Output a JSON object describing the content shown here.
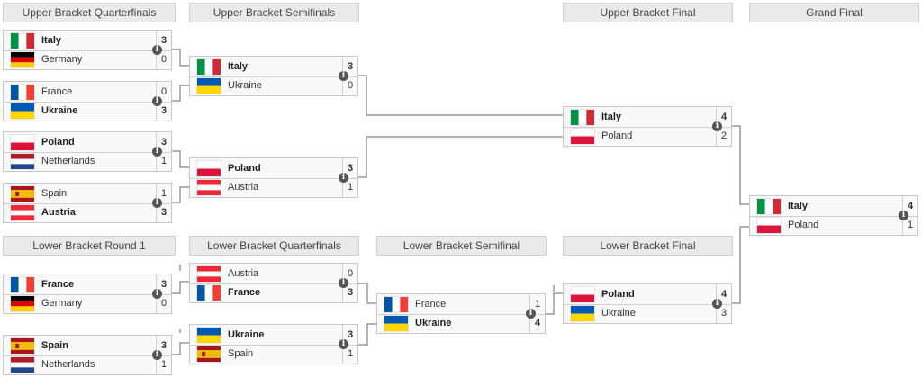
{
  "headers": {
    "ubqf": "Upper Bracket Quarterfinals",
    "ubsf": "Upper Bracket Semifinals",
    "ubf": "Upper Bracket Final",
    "gf": "Grand Final",
    "lbr1": "Lower Bracket Round 1",
    "lbqf": "Lower Bracket Quarterfinals",
    "lbsf": "Lower Bracket Semifinal",
    "lbf": "Lower Bracket Final"
  },
  "matches": [
    {
      "a": {
        "name": "Italy",
        "flag": "italy",
        "score": "3",
        "win": true
      },
      "b": {
        "name": "Germany",
        "flag": "germany",
        "score": "0",
        "win": false
      }
    },
    {
      "a": {
        "name": "France",
        "flag": "france",
        "score": "0",
        "win": false
      },
      "b": {
        "name": "Ukraine",
        "flag": "ukraine",
        "score": "3",
        "win": true
      }
    },
    {
      "a": {
        "name": "Poland",
        "flag": "poland",
        "score": "3",
        "win": true
      },
      "b": {
        "name": "Netherlands",
        "flag": "netherlands",
        "score": "1",
        "win": false
      }
    },
    {
      "a": {
        "name": "Spain",
        "flag": "spain",
        "score": "1",
        "win": false
      },
      "b": {
        "name": "Austria",
        "flag": "austria",
        "score": "3",
        "win": true
      }
    },
    {
      "a": {
        "name": "Italy",
        "flag": "italy",
        "score": "3",
        "win": true
      },
      "b": {
        "name": "Ukraine",
        "flag": "ukraine",
        "score": "0",
        "win": false
      }
    },
    {
      "a": {
        "name": "Poland",
        "flag": "poland",
        "score": "3",
        "win": true
      },
      "b": {
        "name": "Austria",
        "flag": "austria",
        "score": "1",
        "win": false
      }
    },
    {
      "a": {
        "name": "Italy",
        "flag": "italy",
        "score": "4",
        "win": true
      },
      "b": {
        "name": "Poland",
        "flag": "poland",
        "score": "2",
        "win": false
      }
    },
    {
      "a": {
        "name": "Italy",
        "flag": "italy",
        "score": "4",
        "win": true
      },
      "b": {
        "name": "Poland",
        "flag": "poland",
        "score": "1",
        "win": false
      }
    },
    {
      "a": {
        "name": "France",
        "flag": "france",
        "score": "3",
        "win": true
      },
      "b": {
        "name": "Germany",
        "flag": "germany",
        "score": "0",
        "win": false
      }
    },
    {
      "a": {
        "name": "Spain",
        "flag": "spain",
        "score": "3",
        "win": true
      },
      "b": {
        "name": "Netherlands",
        "flag": "netherlands",
        "score": "1",
        "win": false
      }
    },
    {
      "a": {
        "name": "Austria",
        "flag": "austria",
        "score": "0",
        "win": false
      },
      "b": {
        "name": "France",
        "flag": "france",
        "score": "3",
        "win": true
      }
    },
    {
      "a": {
        "name": "Ukraine",
        "flag": "ukraine",
        "score": "3",
        "win": true
      },
      "b": {
        "name": "Spain",
        "flag": "spain",
        "score": "1",
        "win": false
      }
    },
    {
      "a": {
        "name": "France",
        "flag": "france",
        "score": "1",
        "win": false
      },
      "b": {
        "name": "Ukraine",
        "flag": "ukraine",
        "score": "4",
        "win": true
      }
    },
    {
      "a": {
        "name": "Poland",
        "flag": "poland",
        "score": "4",
        "win": true
      },
      "b": {
        "name": "Ukraine",
        "flag": "ukraine",
        "score": "3",
        "win": false
      }
    }
  ],
  "info_glyph": "i",
  "colors": {
    "line": "#999999",
    "header_bg": "#eaeaea",
    "box_bg": "#f9f9f9",
    "info": "#555555"
  }
}
